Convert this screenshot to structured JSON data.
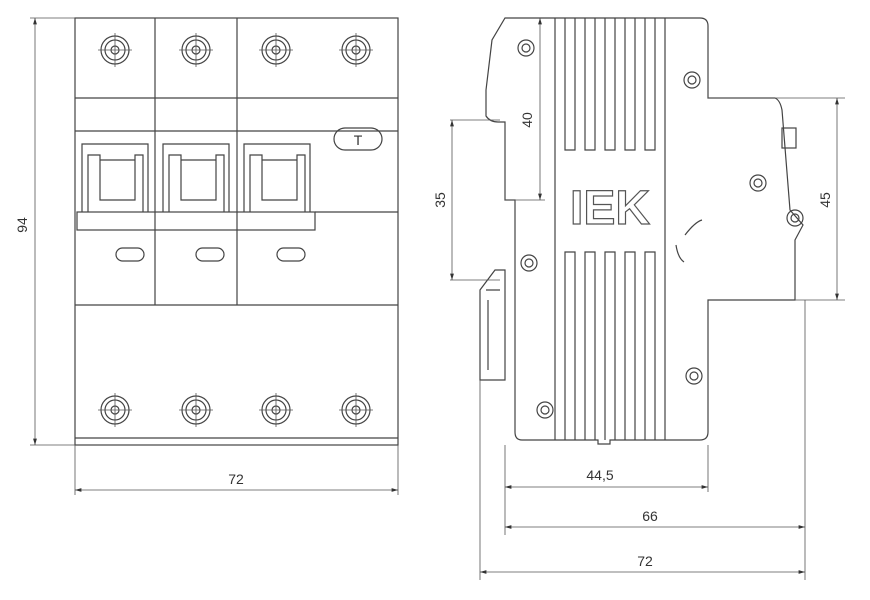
{
  "front_view": {
    "height_label": "94",
    "width_label": "72",
    "test_button_label": "T",
    "poles": 3,
    "terminals_per_row": 4
  },
  "side_view": {
    "logo": "IEK",
    "dims": {
      "top_to_rail": "40",
      "rail_height": "35",
      "right_height": "45",
      "depth_body": "44,5",
      "depth_mid": "66",
      "depth_total": "72"
    }
  }
}
